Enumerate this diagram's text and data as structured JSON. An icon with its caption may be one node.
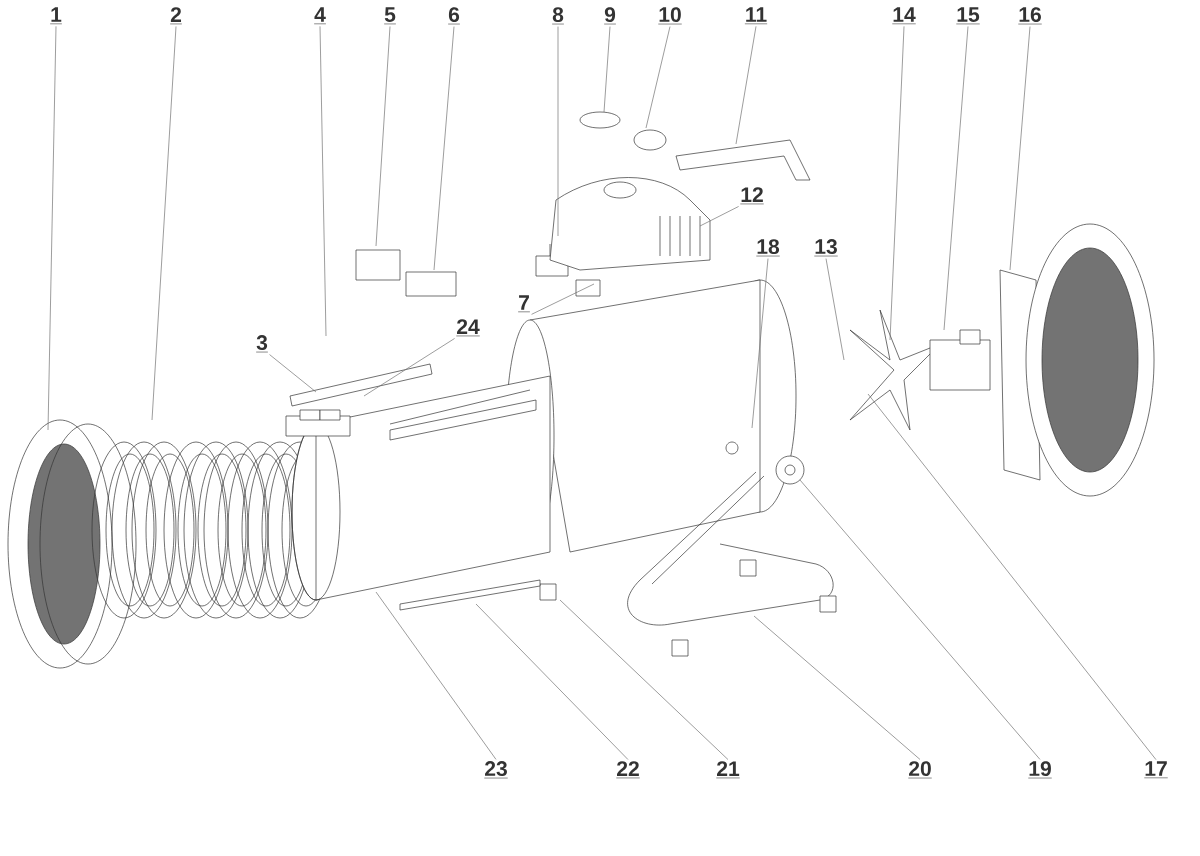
{
  "diagram": {
    "nodes": [
      {
        "text": [
          "1"
        ]
      },
      {
        "text": [
          "2"
        ]
      },
      {
        "text": [
          "3"
        ]
      },
      {
        "text": [
          "4"
        ]
      },
      {
        "text": [
          "5"
        ]
      },
      {
        "text": [
          "6"
        ]
      },
      {
        "text": [
          "7"
        ]
      },
      {
        "text": [
          "8"
        ]
      },
      {
        "text": [
          "9"
        ]
      },
      {
        "text": [
          "10"
        ]
      },
      {
        "text": [
          "11"
        ]
      },
      {
        "text": [
          "12"
        ]
      },
      {
        "text": [
          "13"
        ]
      },
      {
        "text": [
          "14"
        ]
      },
      {
        "text": [
          "15"
        ]
      },
      {
        "text": [
          "16"
        ]
      },
      {
        "text": [
          "17"
        ]
      },
      {
        "text": [
          "18"
        ]
      },
      {
        "text": [
          "19"
        ]
      },
      {
        "text": [
          "20"
        ]
      },
      {
        "text": [
          "21"
        ]
      },
      {
        "text": [
          "22"
        ]
      },
      {
        "text": [
          "23"
        ]
      },
      {
        "text": [
          "24"
        ]
      }
    ],
    "edges": [
      {
        "from": 0,
        "to": null,
        "arrow": "none"
      },
      {
        "from": 1,
        "to": null,
        "arrow": "none"
      },
      {
        "from": 2,
        "to": null,
        "arrow": "none"
      },
      {
        "from": 3,
        "to": null,
        "arrow": "none"
      },
      {
        "from": 4,
        "to": null,
        "arrow": "none"
      },
      {
        "from": 5,
        "to": null,
        "arrow": "none"
      },
      {
        "from": 6,
        "to": null,
        "arrow": "none"
      },
      {
        "from": 7,
        "to": null,
        "arrow": "none"
      },
      {
        "from": 8,
        "to": null,
        "arrow": "none"
      },
      {
        "from": 9,
        "to": null,
        "arrow": "none"
      },
      {
        "from": 10,
        "to": null,
        "arrow": "none"
      },
      {
        "from": 11,
        "to": null,
        "arrow": "none"
      },
      {
        "from": 12,
        "to": null,
        "arrow": "none"
      },
      {
        "from": 13,
        "to": null,
        "arrow": "none"
      },
      {
        "from": 14,
        "to": null,
        "arrow": "none"
      },
      {
        "from": 15,
        "to": null,
        "arrow": "none"
      },
      {
        "from": 16,
        "to": null,
        "arrow": "none"
      },
      {
        "from": 17,
        "to": null,
        "arrow": "none"
      },
      {
        "from": 18,
        "to": null,
        "arrow": "none"
      },
      {
        "from": 19,
        "to": null,
        "arrow": "none"
      },
      {
        "from": 20,
        "to": null,
        "arrow": "none"
      },
      {
        "from": 21,
        "to": null,
        "arrow": "none"
      },
      {
        "from": 22,
        "to": null,
        "arrow": "none"
      },
      {
        "from": 23,
        "to": null,
        "arrow": "none"
      }
    ]
  }
}
